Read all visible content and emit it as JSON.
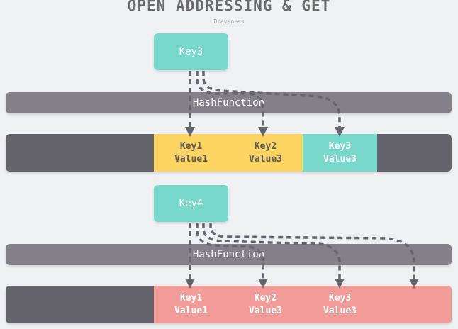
{
  "title": "OPEN ADDRESSING & GET",
  "author": "Draveness",
  "colors": {
    "background": "#eff0f2",
    "key": "#78d8cc",
    "hash": "#838089",
    "bucket": "#65636c",
    "slot_yellow": "#fcd462",
    "slot_teal": "#78d8cc",
    "slot_pink": "#f19c98",
    "arrow": "#66646d"
  },
  "top": {
    "key": "Key3",
    "hash_label": "HashFunction",
    "slots": [
      {
        "key": "Key1",
        "value": "Value1"
      },
      {
        "key": "Key2",
        "value": "Value3"
      },
      {
        "key": "Key3",
        "value": "Value3"
      }
    ]
  },
  "bottom": {
    "key": "Key4",
    "hash_label": "HashFunction",
    "slots": [
      {
        "key": "Key1",
        "value": "Value1"
      },
      {
        "key": "Key2",
        "value": "Value3"
      },
      {
        "key": "Key3",
        "value": "Value3"
      }
    ]
  }
}
